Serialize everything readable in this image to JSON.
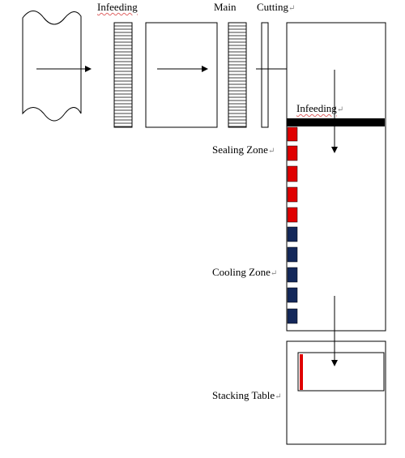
{
  "labels": {
    "infeeding_top": "Infeeding",
    "main": "Main",
    "cutting": "Cutting",
    "infeeding_right": "Infeeding",
    "sealing_zone": "Sealing Zone",
    "cooling_zone": "Cooling Zone",
    "stacking_table": "Stacking Table",
    "paragraph_mark": "↵"
  },
  "colors": {
    "stroke": "#000000",
    "sealing": "#e00000",
    "cooling": "#14285a",
    "marker": "#e00000",
    "bar": "#000000"
  }
}
